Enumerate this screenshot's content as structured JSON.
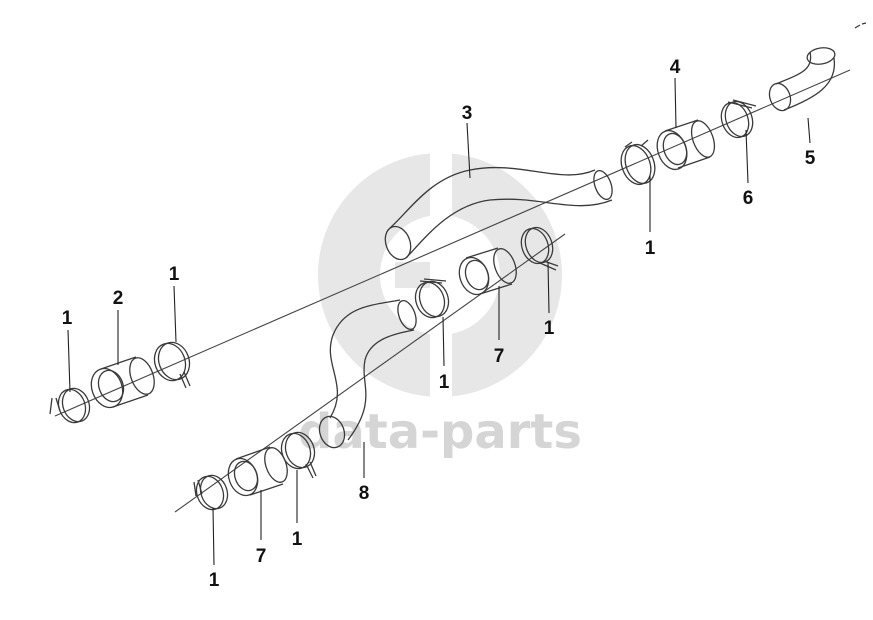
{
  "diagram": {
    "callouts": [
      {
        "id": "c1",
        "text": "1"
      },
      {
        "id": "c2",
        "text": "2"
      },
      {
        "id": "c3",
        "text": "1"
      },
      {
        "id": "c4",
        "text": "3"
      },
      {
        "id": "c5",
        "text": "4"
      },
      {
        "id": "c6",
        "text": "5"
      },
      {
        "id": "c7",
        "text": "6"
      },
      {
        "id": "c8",
        "text": "1"
      },
      {
        "id": "c9",
        "text": "1"
      },
      {
        "id": "c10",
        "text": "1"
      },
      {
        "id": "c11",
        "text": "7"
      },
      {
        "id": "c12",
        "text": "1"
      },
      {
        "id": "c13",
        "text": "7"
      },
      {
        "id": "c14",
        "text": "1"
      },
      {
        "id": "c15",
        "text": "8"
      }
    ]
  },
  "watermark": {
    "text": "data-parts",
    "color": "#c8c8c8"
  }
}
